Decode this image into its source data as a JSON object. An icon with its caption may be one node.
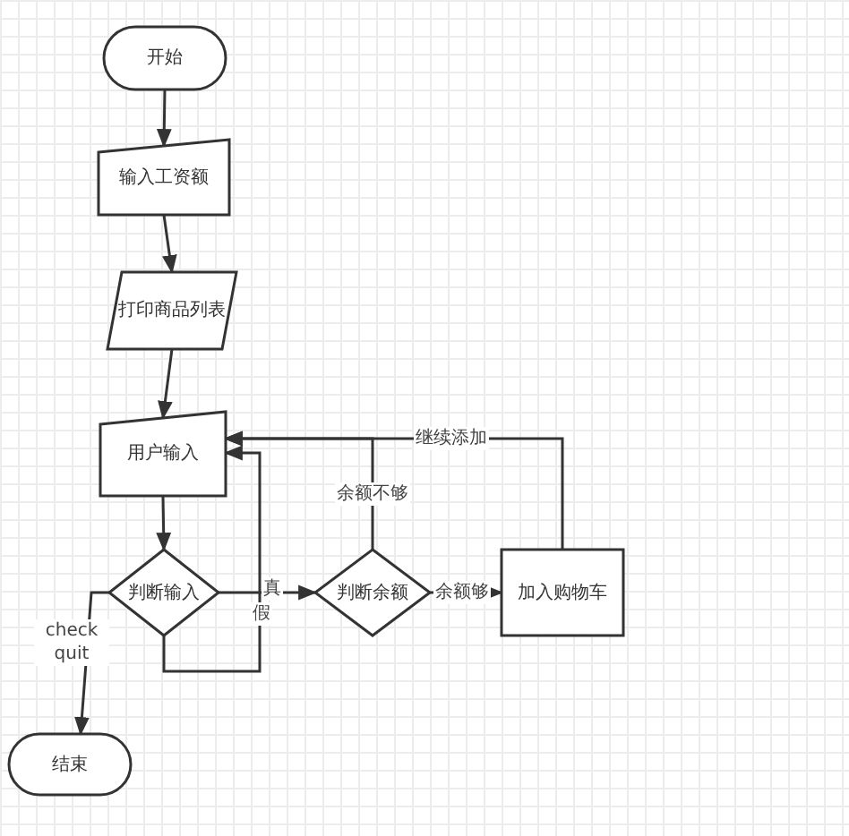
{
  "diagram": {
    "nodes": [
      {
        "text": [
          "开始"
        ]
      },
      {
        "text": [
          "输入工资额"
        ]
      },
      {
        "text": [
          "打印商品列表"
        ]
      },
      {
        "text": [
          "用户输入"
        ]
      },
      {
        "text": [
          "判断输入"
        ]
      },
      {
        "text": [
          "判断余额"
        ]
      },
      {
        "text": [
          "加入购物车"
        ]
      },
      {
        "text": [
          "结束"
        ]
      }
    ],
    "edges": [
      {
        "from": 0,
        "to": 1,
        "arrow": "to"
      },
      {
        "from": 1,
        "to": 2,
        "arrow": "to"
      },
      {
        "from": 2,
        "to": 3,
        "arrow": "to"
      },
      {
        "from": 3,
        "to": 4,
        "arrow": "to"
      },
      {
        "from": 4,
        "to": 5,
        "arrow": "to",
        "label": "真"
      },
      {
        "from": 4,
        "to": 3,
        "arrow": "to",
        "label": "假"
      },
      {
        "from": 4,
        "to": 7,
        "arrow": "to",
        "label": "check quit"
      },
      {
        "from": 5,
        "to": 6,
        "arrow": "to",
        "label": "余额够"
      },
      {
        "from": 5,
        "to": 3,
        "arrow": "to",
        "label": "余额不够"
      },
      {
        "from": 6,
        "to": 3,
        "arrow": "to",
        "label": "继续添加"
      }
    ]
  }
}
